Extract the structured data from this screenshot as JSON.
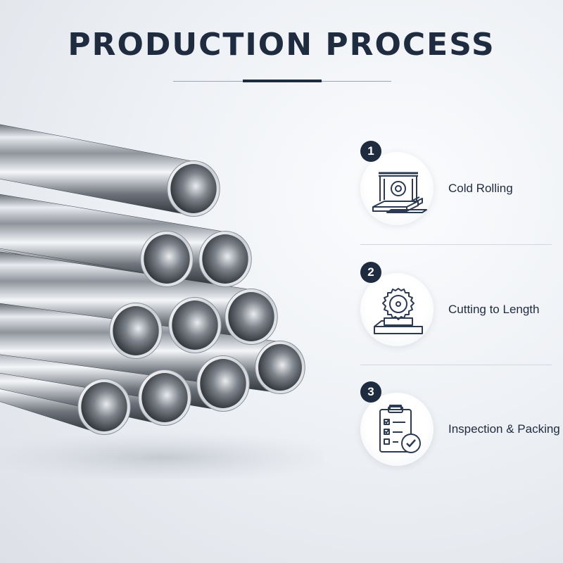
{
  "header": {
    "title": "PRODUCTION PROCESS"
  },
  "steps": [
    {
      "number": "1",
      "label": "Cold Rolling",
      "icon": "rolling-machine-icon"
    },
    {
      "number": "2",
      "label": "Cutting to Length",
      "icon": "circular-saw-icon"
    },
    {
      "number": "3",
      "label": "Inspection & Packing",
      "icon": "checklist-clipboard-icon"
    }
  ],
  "colors": {
    "primary": "#1f2b3f",
    "background": "#eef1f5"
  },
  "image": {
    "subject": "stainless-steel-pipe-stack"
  }
}
